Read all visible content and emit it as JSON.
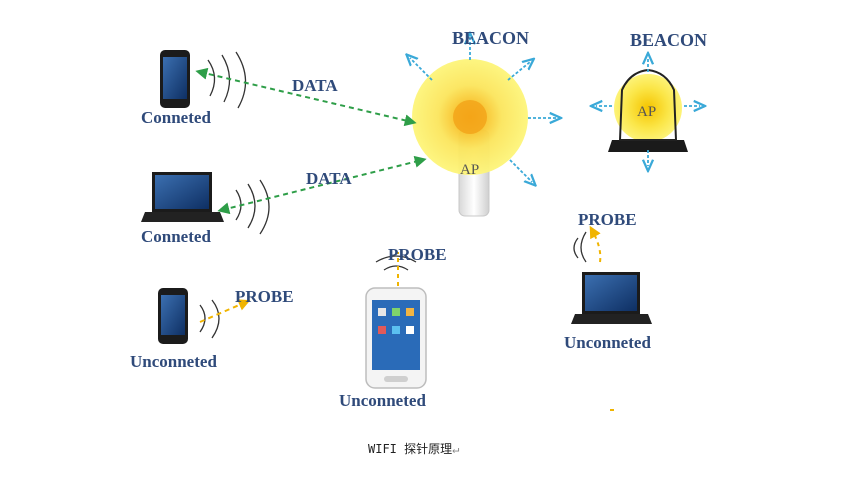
{
  "labels": {
    "beacon_left": "BEACON",
    "beacon_right": "BEACON",
    "data_top": "DATA",
    "data_bottom": "DATA",
    "probe_right": "PROBE",
    "probe_center": "PROBE",
    "probe_left": "PROBE",
    "ap_center": "AP",
    "ap_right": "AP",
    "connected_phone": "Conneted",
    "connected_laptop": "Conneted",
    "unconnected_phone": "Unconneted",
    "unconnected_center_phone": "Unconneted",
    "unconnected_laptop": "Unconneted"
  },
  "caption": {
    "text": "WIFI 探针原理",
    "mark": "↵"
  },
  "colors": {
    "label_blue": "#2f4a7a",
    "data_arrow_green": "#2e9e48",
    "probe_arrow_yellow": "#f0b400",
    "beacon_arrow_cyan": "#3aa9d8",
    "ap_glow_yellow": "#fdf57a",
    "ap_core_orange": "#f5a623"
  }
}
